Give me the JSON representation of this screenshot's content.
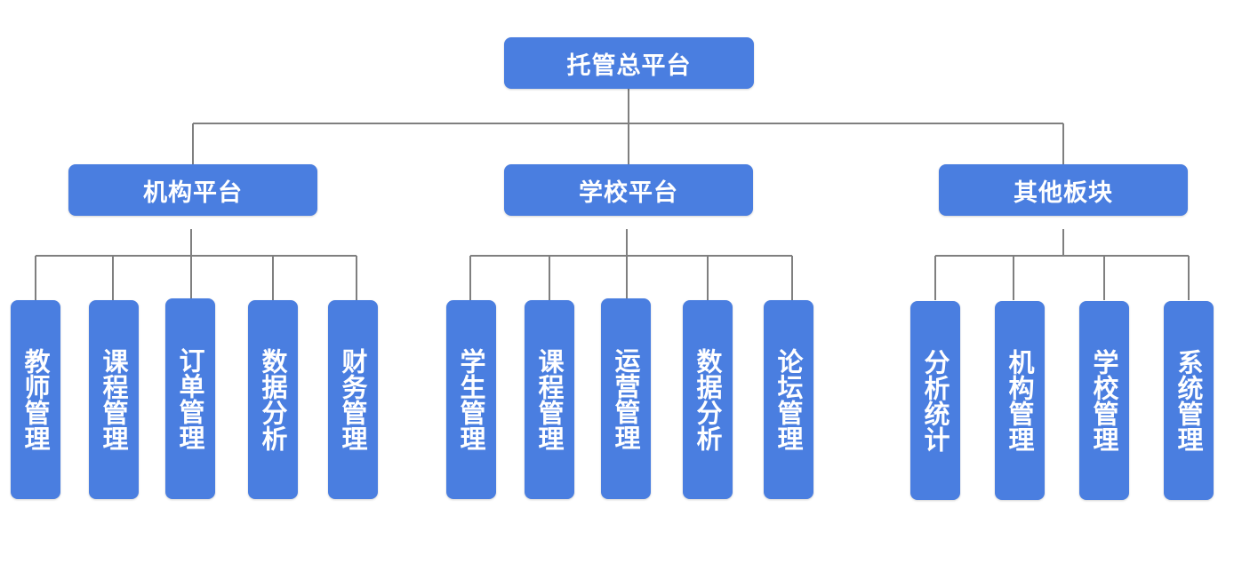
{
  "root": {
    "label": "托管总平台"
  },
  "categories": [
    {
      "label": "机构平台",
      "items": [
        "教师管理",
        "课程管理",
        "订单管理",
        "数据分析",
        "财务管理"
      ]
    },
    {
      "label": "学校平台",
      "items": [
        "学生管理",
        "课程管理",
        "运营管理",
        "数据分析",
        "论坛管理"
      ]
    },
    {
      "label": "其他板块",
      "items": [
        "分析统计",
        "机构管理",
        "学校管理",
        "系统管理"
      ]
    }
  ],
  "colors": {
    "box_fill": "#4a7ee0",
    "box_text": "#ffffff",
    "connector": "#7f7f7f"
  }
}
